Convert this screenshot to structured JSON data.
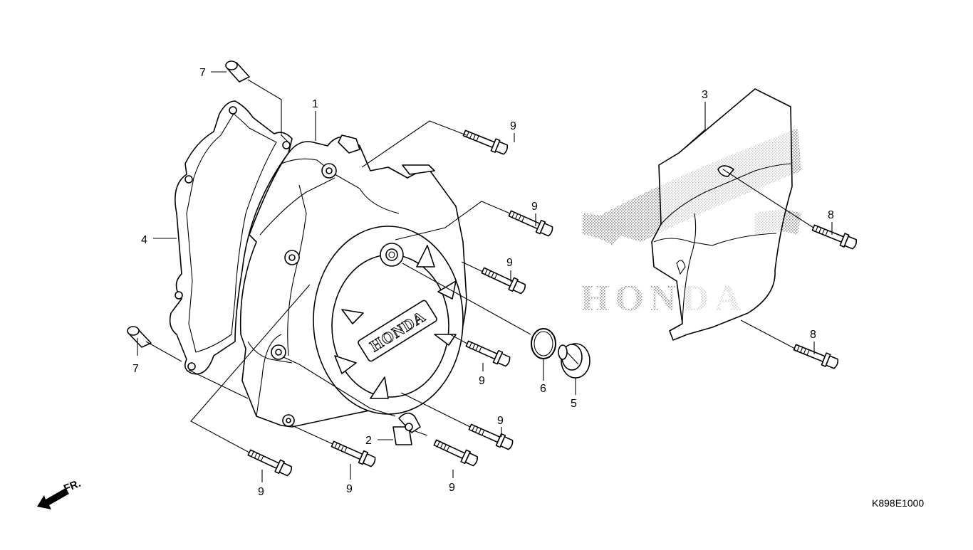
{
  "diagram": {
    "drawing_code": "K898E1000",
    "front_marker": "FR.",
    "cover_logo": "HONDA",
    "watermark": "HONDA",
    "callouts": {
      "p1": "1",
      "p2": "2",
      "p3": "3",
      "p4": "4",
      "p5": "5",
      "p6": "6",
      "p7a": "7",
      "p7b": "7",
      "p8a": "8",
      "p8b": "8",
      "p9a": "9",
      "p9b": "9",
      "p9c": "9",
      "p9d": "9",
      "p9e": "9",
      "p9f": "9",
      "p9g": "9",
      "p9h": "9"
    }
  },
  "colors": {
    "line": "#000000",
    "background": "#ffffff",
    "watermark_dots": "#8a8a8a"
  }
}
